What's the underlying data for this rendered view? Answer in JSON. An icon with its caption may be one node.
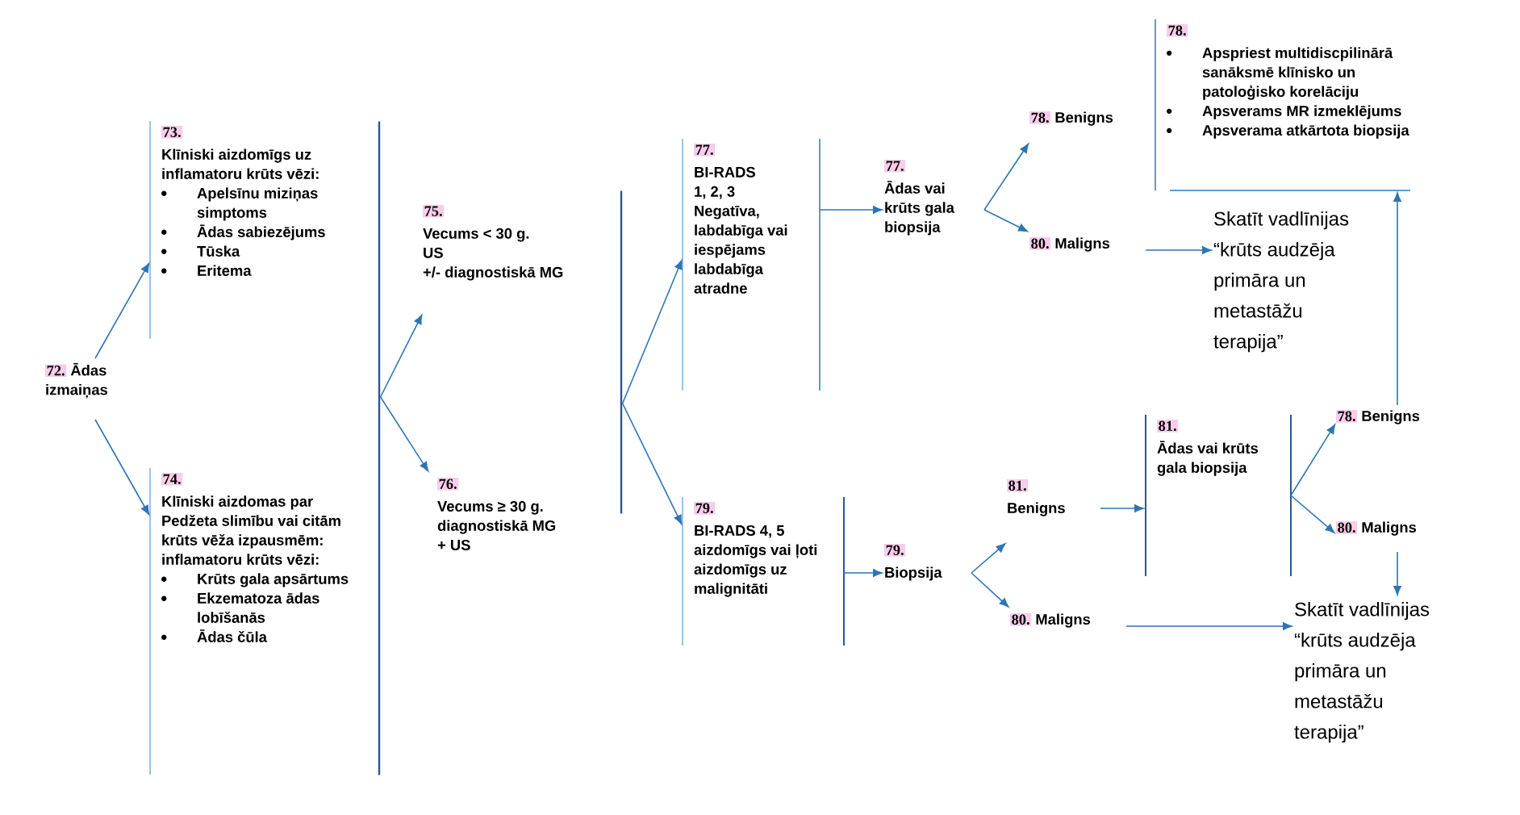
{
  "diagram": {
    "nodes": [
      {
        "text": [
          "72.",
          "Ādas izmaiņas"
        ]
      },
      {
        "text": [
          "73.",
          "Klīniski aizdomīgs uz inflamatoru krūts vēzi:",
          "Apelsīnu miziņas simptoms",
          "Ādas sabiezējums",
          "Tūska",
          "Eritema"
        ]
      },
      {
        "text": [
          "74.",
          "Klīniski aizdomas par Pedžeta slimību vai citām krūts vēža izpausmēm:",
          "inflamatoru krūts vēzi:",
          "Krūts gala apsārtums",
          "Ekzematoza ādas lobīšanās",
          "Ādas čūla"
        ]
      },
      {
        "text": [],
        "shape": "bar"
      },
      {
        "text": [
          "75.",
          "Vecums < 30 g.",
          "US",
          "+/- diagnostiskā MG"
        ]
      },
      {
        "text": [
          "76.",
          "Vecums ≥ 30 g.",
          "diagnostiskā MG",
          "+ US"
        ]
      },
      {
        "text": [],
        "shape": "bar"
      },
      {
        "text": [
          "77.",
          "BI-RADS",
          "1, 2, 3",
          "Negatīva, labdabīga vai iespējams labdabīga atradne"
        ]
      },
      {
        "text": [
          "77.",
          "Ādas vai krūts gala biopsija"
        ]
      },
      {
        "text": [
          "78.",
          "Benigns"
        ]
      },
      {
        "text": [
          "80.",
          "Maligns"
        ]
      },
      {
        "text": [
          "78.",
          "Apspriest multidiscpilinārā sanāksmē klīnisko un patoloģisko korelāciju",
          "Apsverams MR izmeklējums",
          "Apsverama atkārtota biopsija"
        ]
      },
      {
        "text": [
          "Skatīt vadlīnijas “krūts audzēja primāra un metastāžu terapija”"
        ]
      },
      {
        "text": [
          "79.",
          "BI-RADS 4, 5",
          "aizdomīgs vai ļoti aizdomīgs uz malignitāti"
        ]
      },
      {
        "text": [
          "79.",
          "Biopsija"
        ]
      },
      {
        "text": [
          "81.",
          "Benigns"
        ]
      },
      {
        "text": [
          "80.",
          "Maligns"
        ]
      },
      {
        "text": [
          "81.",
          "Ādas vai krūts gala biopsija"
        ]
      },
      {
        "text": [
          "78.",
          "Benigns"
        ]
      },
      {
        "text": [
          "80.",
          "Maligns"
        ]
      },
      {
        "text": [
          "Skatīt vadlīnijas “krūts audzēja primāra un metastāžu terapija”"
        ]
      }
    ],
    "edges": [
      {
        "from": 0,
        "to": 1,
        "arrow": "to"
      },
      {
        "from": 0,
        "to": 2,
        "arrow": "to"
      },
      {
        "from": 3,
        "to": 4,
        "arrow": "to"
      },
      {
        "from": 3,
        "to": 5,
        "arrow": "to"
      },
      {
        "from": 6,
        "to": 7,
        "arrow": "to"
      },
      {
        "from": 6,
        "to": 13,
        "arrow": "to"
      },
      {
        "from": 7,
        "to": 8,
        "arrow": "to"
      },
      {
        "from": 8,
        "to": 9,
        "arrow": "to"
      },
      {
        "from": 8,
        "to": 10,
        "arrow": "to"
      },
      {
        "from": 10,
        "to": 12,
        "arrow": "to"
      },
      {
        "from": 13,
        "to": 14,
        "arrow": "to"
      },
      {
        "from": 14,
        "to": 15,
        "arrow": "to"
      },
      {
        "from": 14,
        "to": 16,
        "arrow": "to"
      },
      {
        "from": 15,
        "to": 17,
        "arrow": "to"
      },
      {
        "from": 17,
        "to": 18,
        "arrow": "to"
      },
      {
        "from": 17,
        "to": 19,
        "arrow": "to"
      },
      {
        "from": 18,
        "to": 11,
        "arrow": "to"
      },
      {
        "from": 19,
        "to": 20,
        "arrow": "to"
      },
      {
        "from": 16,
        "to": 20,
        "arrow": "to"
      }
    ]
  }
}
